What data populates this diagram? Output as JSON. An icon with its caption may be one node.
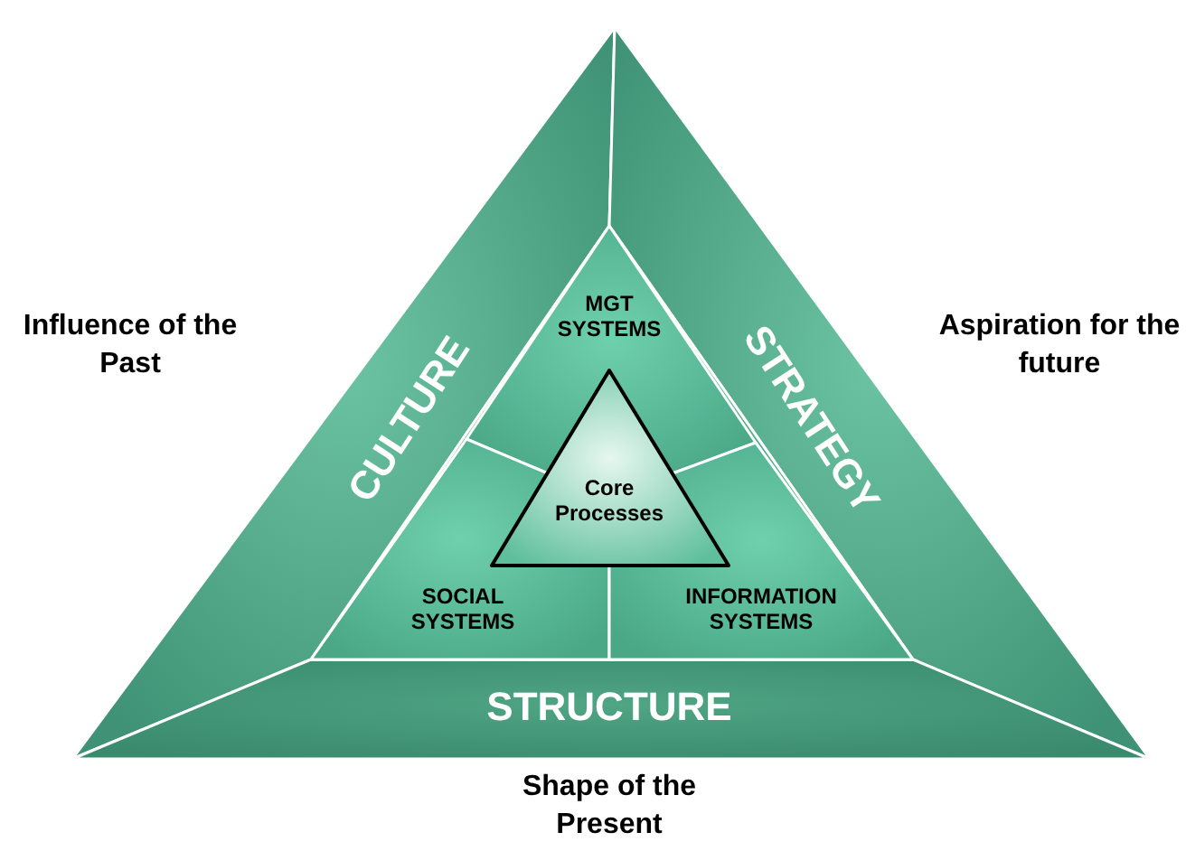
{
  "diagram": {
    "nodes": [
      {
        "text": [
          "CULTURE"
        ]
      },
      {
        "text": [
          "STRATEGY"
        ]
      },
      {
        "text": [
          "STRUCTURE"
        ]
      },
      {
        "text": [],
        "shape": "triangle"
      },
      {
        "text": [
          "MGT SYSTEMS"
        ],
        "in": 3
      },
      {
        "text": [
          "SOCIAL SYSTEMS"
        ],
        "in": 3
      },
      {
        "text": [
          "INFORMATION SYSTEMS"
        ],
        "in": 3
      },
      {
        "text": [
          "Core Processes"
        ],
        "in": 3
      }
    ],
    "edges": [],
    "labels": [
      "Influence of the Past",
      "Aspiration for the future",
      "Shape of the Present"
    ]
  }
}
